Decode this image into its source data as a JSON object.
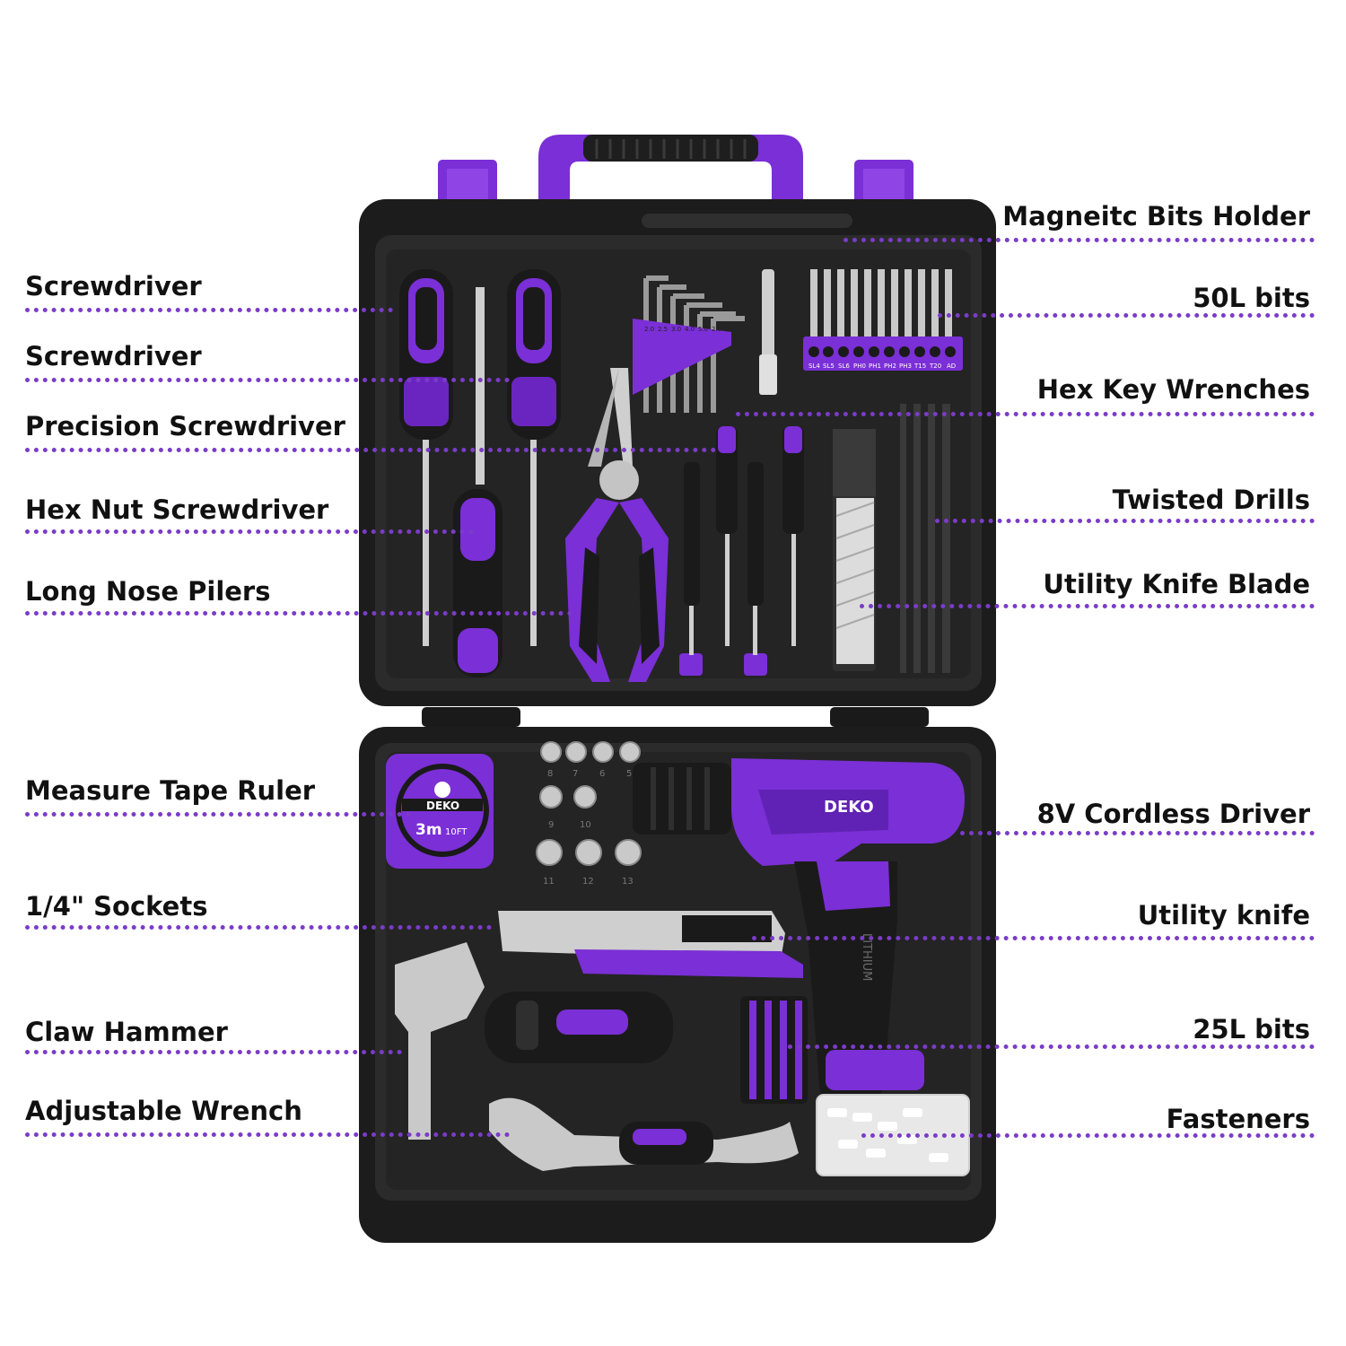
{
  "colors": {
    "accent": "#7b2fd6",
    "accent_dark": "#5a1ea8",
    "case": "#1e1e1e",
    "tray": "#2c2c2c",
    "dots": "#7a3cc8",
    "label": "#111111",
    "steel": "#bfbfbf"
  },
  "brand": "DEKO",
  "left_labels": [
    {
      "text": "Screwdriver"
    },
    {
      "text": "Screwdriver"
    },
    {
      "text": "Precision Screwdriver"
    },
    {
      "text": "Hex Nut Screwdriver"
    },
    {
      "text": "Long Nose Pilers"
    },
    {
      "text": "Measure Tape Ruler"
    },
    {
      "text": "1/4\" Sockets"
    },
    {
      "text": "Claw Hammer"
    },
    {
      "text": "Adjustable Wrench"
    }
  ],
  "right_labels": [
    {
      "text": "Magneitc Bits Holder"
    },
    {
      "text": "50L bits"
    },
    {
      "text": "Hex Key Wrenches"
    },
    {
      "text": "Twisted Drills"
    },
    {
      "text": "Utility Knife Blade"
    },
    {
      "text": "8V Cordless Driver"
    },
    {
      "text": "Utility knife"
    },
    {
      "text": "25L bits"
    },
    {
      "text": "Fasteners"
    }
  ],
  "bit_labels": [
    "SL4",
    "SL5",
    "SL6",
    "PH0",
    "PH1",
    "PH2",
    "PH3",
    "T15",
    "T20",
    "AD"
  ],
  "hex_key_sizes": [
    "2.0",
    "2.5",
    "3.0",
    "4.0",
    "5.0",
    "2.5",
    "2.0"
  ],
  "socket_sizes": [
    "8",
    "7",
    "6",
    "5",
    "9",
    "10",
    "11",
    "12",
    "13"
  ],
  "tape_size_main": "3m",
  "tape_size_sub": "10FT",
  "driver_grip_text": "LITHIUM"
}
